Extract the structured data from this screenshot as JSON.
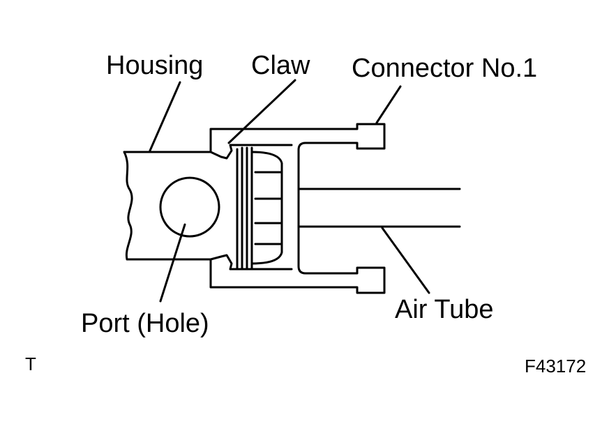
{
  "labels": {
    "housing": "Housing",
    "claw": "Claw",
    "connector": "Connector No.1",
    "port": "Port (Hole)",
    "air_tube": "Air Tube"
  },
  "corner": {
    "left": "T",
    "figure_id": "F43172"
  }
}
